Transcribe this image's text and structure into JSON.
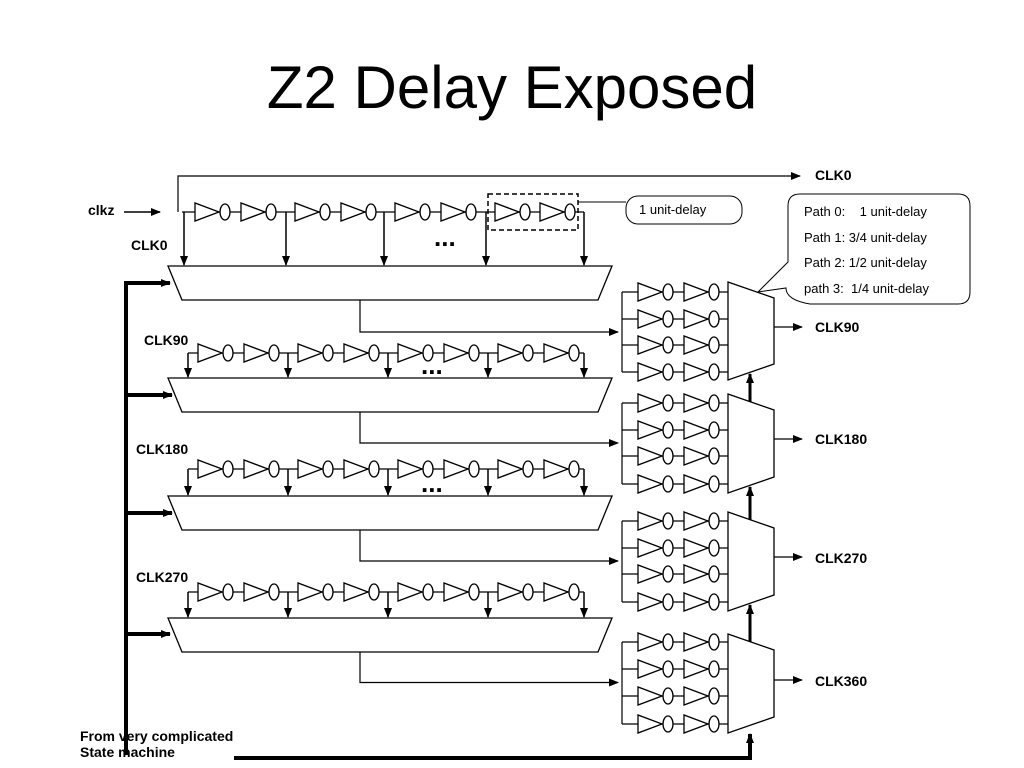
{
  "title": "Z2 Delay Exposed",
  "labels": {
    "input": "clkz",
    "clk0_out": "CLK0",
    "clk0_chain": "CLK0",
    "clk90_chain": "CLK90",
    "clk180_chain": "CLK180",
    "clk270_chain": "CLK270",
    "out_clk90": "CLK90",
    "out_clk180": "CLK180",
    "out_clk270": "CLK270",
    "out_clk360": "CLK360",
    "ellipsis": "...",
    "state_machine_line1": "From very complicated",
    "state_machine_line2": "State machine"
  },
  "callouts": {
    "unit_delay": "1 unit-delay",
    "paths": [
      "Path 0:    1 unit-delay",
      "Path 1: 3/4 unit-delay",
      "Path 2: 1/2 unit-delay",
      "path 3:  1/4 unit-delay"
    ]
  }
}
